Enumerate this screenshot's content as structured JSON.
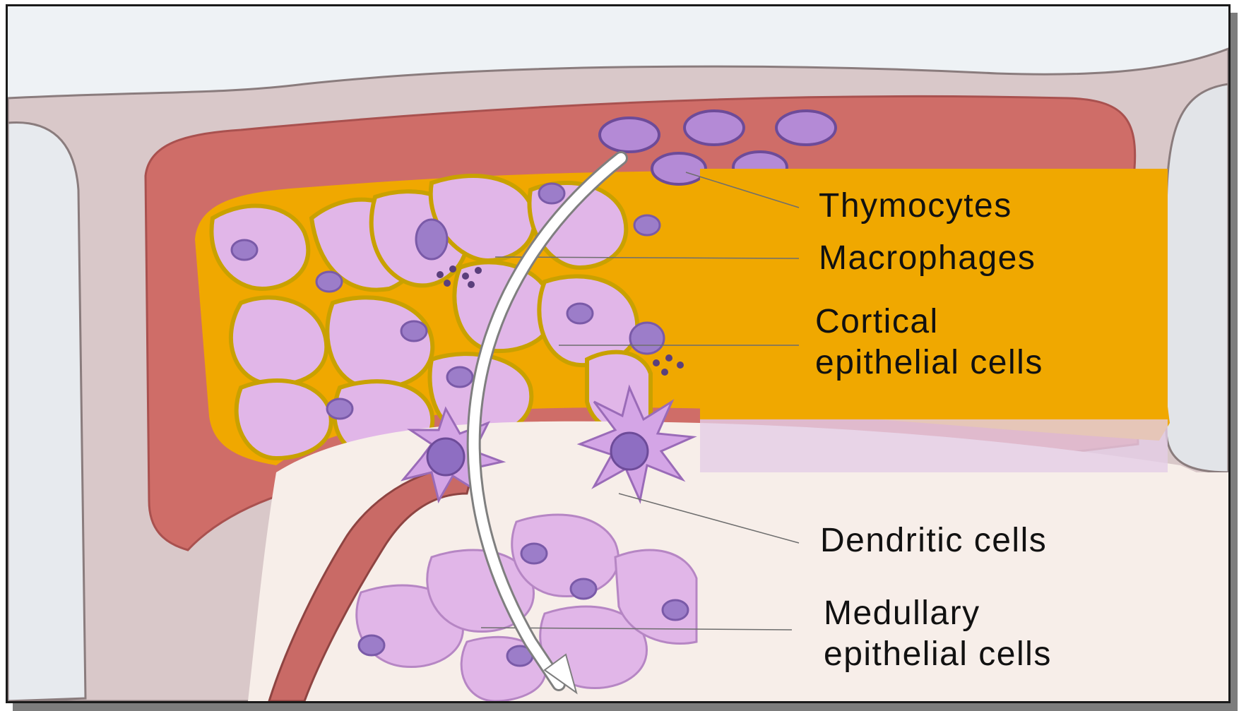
{
  "diagram": {
    "labels": {
      "thymocytes": "Thymocytes",
      "macrophages": "Macrophages",
      "cortical_line1": "Cortical",
      "cortical_line2": "epithelial cells",
      "dendritic": "Dendritic cells",
      "medullary_line1": "Medullary",
      "medullary_line2": "epithelial cells"
    },
    "colors": {
      "background": "#eef2f5",
      "capsule": "#d9c8c9",
      "capsule_stroke": "#8a7c7d",
      "red_band": "#cf6d68",
      "cortex_orange": "#f0a800",
      "cell_pink": "#e1b6e8",
      "cell_outline": "#b686c4",
      "nucleus": "#9c7dc9",
      "medulla": "#f7eee9",
      "arrow": "#ffffff"
    }
  }
}
